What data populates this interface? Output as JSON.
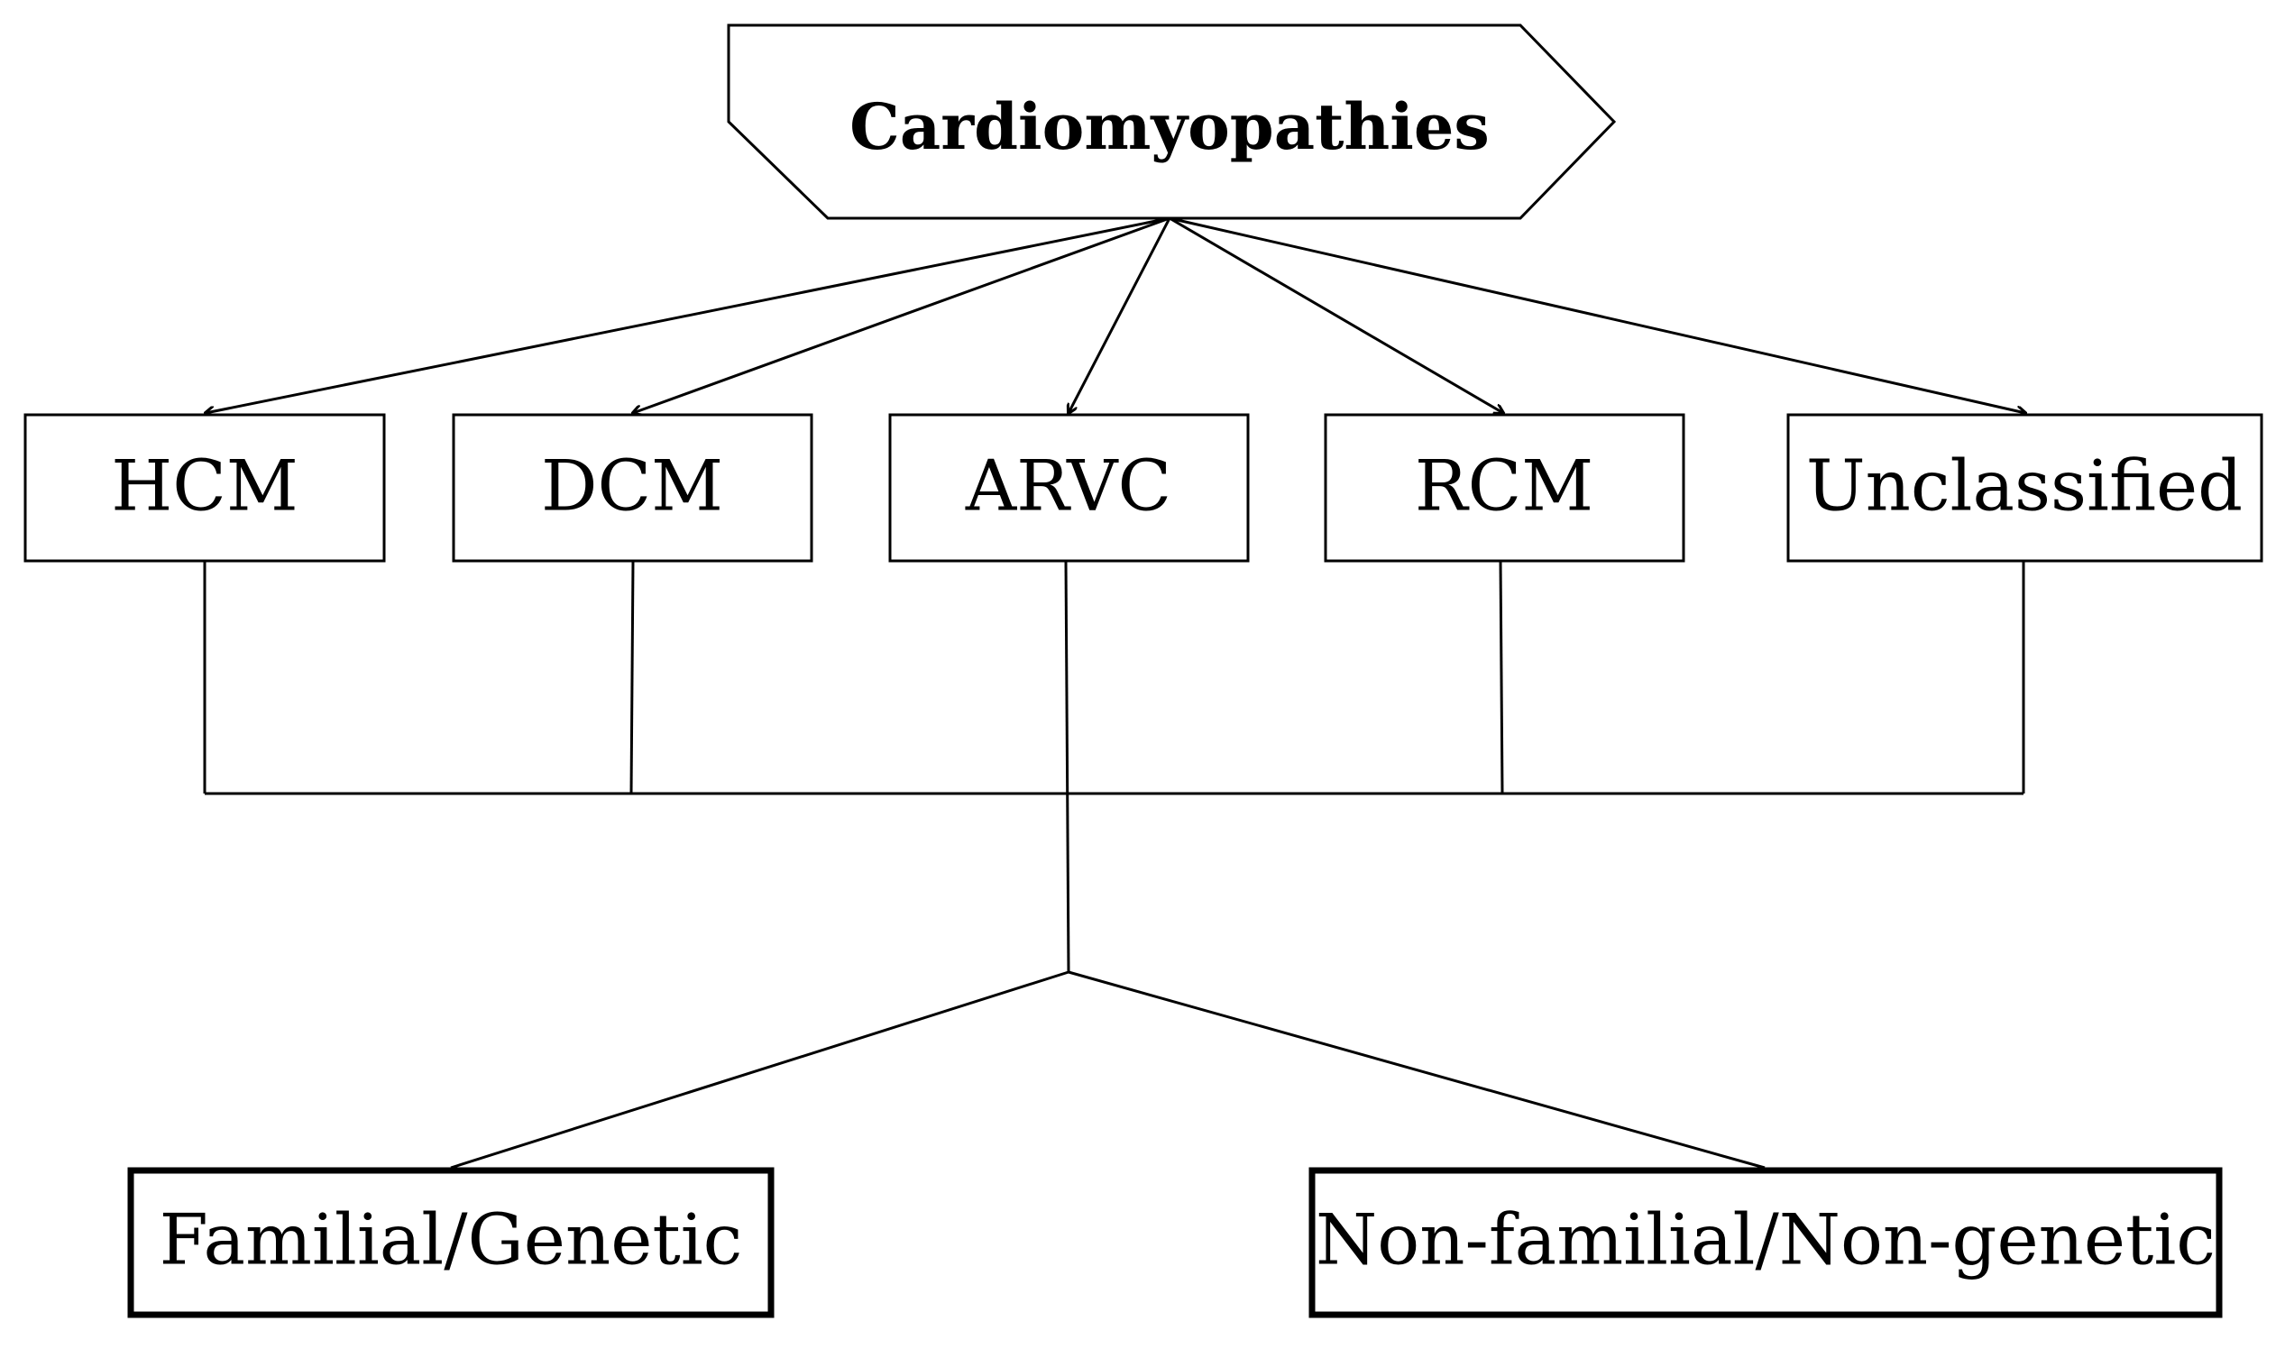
{
  "diagram": {
    "root": {
      "label": "Cardiomyopathies"
    },
    "types": [
      {
        "id": "hcm",
        "label": "HCM"
      },
      {
        "id": "dcm",
        "label": "DCM"
      },
      {
        "id": "arvc",
        "label": "ARVC"
      },
      {
        "id": "rcm",
        "label": "RCM"
      },
      {
        "id": "unclassified",
        "label": "Unclassified"
      }
    ],
    "categories": [
      {
        "id": "familial",
        "label": "Familial/Genetic"
      },
      {
        "id": "non-familial",
        "label": "Non-familial/Non-genetic"
      }
    ]
  }
}
